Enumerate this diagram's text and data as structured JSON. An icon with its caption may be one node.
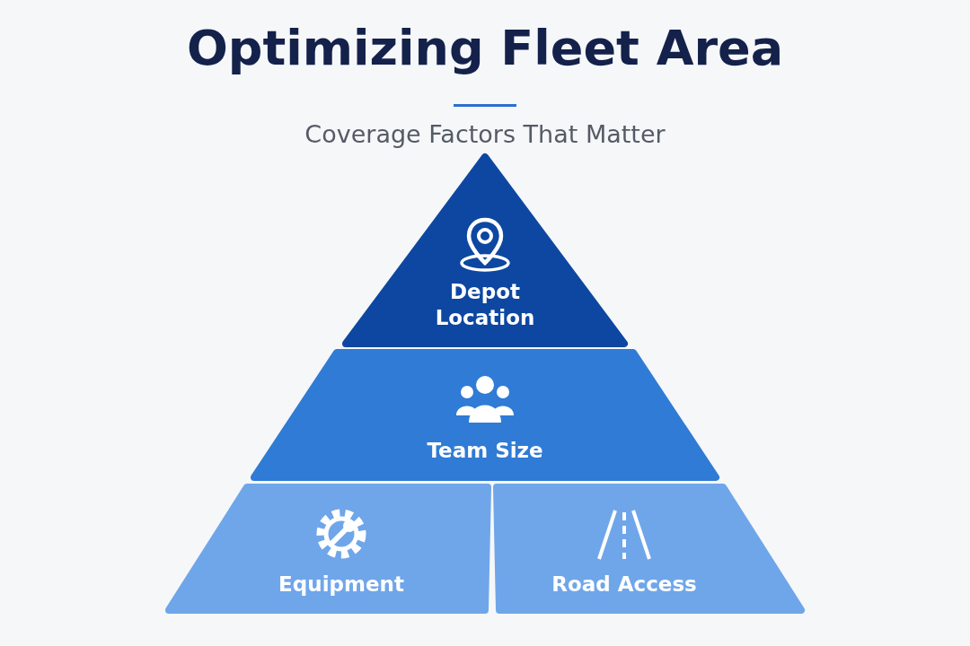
{
  "diagram": {
    "title": "Optimizing Fleet Area",
    "nodes": [
      {
        "text": [
          "Depot Location"
        ]
      },
      {
        "text": [
          "Team Size"
        ]
      },
      {
        "text": [
          "Equipment"
        ]
      },
      {
        "text": [
          "Road Access"
        ]
      }
    ],
    "labels": [
      "Coverage Factors That Matter"
    ]
  }
}
